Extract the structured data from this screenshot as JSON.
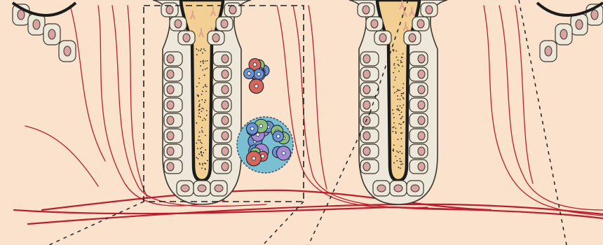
{
  "figure": {
    "background": "#fbe2cc",
    "palette": {
      "tissue": "#f8dcc3",
      "lumen": "#f2cf92",
      "cell_fill": "#ede8d9",
      "cell_outline": "#3c3830",
      "nucleus": "#d9a3a1",
      "apical_border": "#1c1c1c",
      "vessel": "#b8202e",
      "mucus_fragment": "#e0a096",
      "follicle_cell_blue": "#6a93d4",
      "follicle_cell_red": "#d4665a",
      "follicle_cell_purple": "#a78ad6",
      "follicle_cell_green": "#8bbf7a",
      "follicle_background": "#7ac0d2"
    },
    "crypts": [
      {
        "name": "partial-crypt-left"
      },
      {
        "name": "crypt-center-left"
      },
      {
        "name": "crypt-center-right"
      },
      {
        "name": "partial-crypt-right"
      }
    ],
    "lymphoid_aggregates": [
      {
        "name": "small-lymphoid-aggregate"
      },
      {
        "name": "large-lymphoid-aggregate"
      }
    ],
    "zoom_region": {
      "style": "dashed-rectangle"
    }
  }
}
